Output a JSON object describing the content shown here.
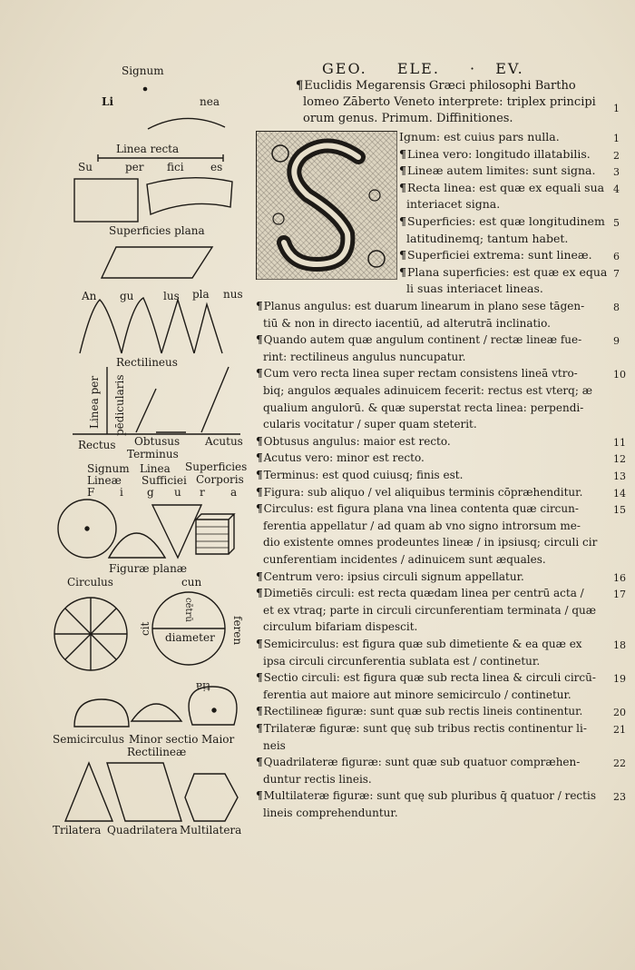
{
  "header": {
    "parts": [
      "GEO.",
      "ELE.",
      "EV."
    ],
    "dot": "·"
  },
  "intro": {
    "lines": [
      "Euclidis Megarensis Græci philosophi Bartho",
      "lomeo Zāberto Veneto interprete: triplex principi",
      "orum genus.        Primum.    Diffinitiones."
    ],
    "end_mark": "1"
  },
  "definitions": [
    {
      "text": "Ignum: est cuius pars nulla.",
      "num": "1"
    },
    {
      "text": "Linea vero: longitudo illatabilis.",
      "num": "2"
    },
    {
      "text": "Lineæ autem limites: sunt signa.",
      "num": "3"
    },
    {
      "text": "Recta linea: est quæ ex equali sua",
      "num": "4"
    },
    {
      "text": "interiacet signa.",
      "num": ""
    },
    {
      "text": "Superficies: est quæ longitudinem",
      "num": "5"
    },
    {
      "text": "latitudinemq; tantum habet.",
      "num": ""
    },
    {
      "text": "Superficiei extrema: sunt lineæ.",
      "num": "6"
    },
    {
      "text": "Plana superficies: est quæ ex equa",
      "num": "7"
    },
    {
      "text": "li suas interiacet lineas.",
      "num": ""
    },
    {
      "text": "Planus angulus: est duarum linearum in plano sese tāgen-",
      "num": "8"
    },
    {
      "text": "tiū & non in directo iacentiū, ad alterutrā inclinatio.",
      "num": ""
    },
    {
      "text": "Quando autem quæ angulum continent / rectæ lineæ fue-",
      "num": "9"
    },
    {
      "text": "rint: rectilineus angulus nuncupatur.",
      "num": ""
    },
    {
      "text": "Cum vero recta linea super rectam consistens lineā vtro-",
      "num": "10"
    },
    {
      "text": "biq; angulos æquales adinuicem fecerit: rectus est vterq; æ",
      "num": ""
    },
    {
      "text": "qualium angulorū. & quæ superstat recta linea: perpendi-",
      "num": ""
    },
    {
      "text": "cularis vocitatur / super quam steterit.",
      "num": ""
    },
    {
      "text": "Obtusus angulus: maior est recto.",
      "num": "11"
    },
    {
      "text": "Acutus vero: minor est recto.",
      "num": "12"
    },
    {
      "text": "Terminus: est quod cuiusq; finis est.",
      "num": "13"
    },
    {
      "text": "Figura: sub aliquo / vel aliquibus terminis cōpræhenditur.",
      "num": "14"
    },
    {
      "text": "Circulus: est figura plana vna linea contenta quæ circun-",
      "num": "15"
    },
    {
      "text": "ferentia appellatur / ad quam ab vno signo introrsum me-",
      "num": ""
    },
    {
      "text": "dio existente omnes prodeuntes lineæ / in ipsiusq; circuli cir",
      "num": ""
    },
    {
      "text": "cunferentiam incidentes / adinuicem sunt æquales.",
      "num": ""
    },
    {
      "text": "Centrum vero: ipsius circuli signum appellatur.",
      "num": "16"
    },
    {
      "text": "Dimetiēs circuli: est recta quædam linea per centrū acta /",
      "num": "17"
    },
    {
      "text": "et ex vtraq; parte in circuli circunferentiam terminata / quæ",
      "num": ""
    },
    {
      "text": "circulum bifariam dispescit.",
      "num": ""
    },
    {
      "text": "Semicirculus: est figura quæ sub dimetiente & ea quæ ex",
      "num": "18"
    },
    {
      "text": "ipsa circuli circunferentia sublata est / continetur.",
      "num": ""
    },
    {
      "text": "Sectio circuli: est figura quæ sub recta linea & circuli circū-",
      "num": "19"
    },
    {
      "text": "ferentia aut maiore aut minore semicirculo / continetur.",
      "num": ""
    },
    {
      "text": "Rectilineæ figuræ: sunt quæ sub rectis lineis continentur.",
      "num": "20"
    },
    {
      "text": "Trilateræ figuræ: sunt quę sub tribus rectis continentur li-",
      "num": "21"
    },
    {
      "text": "neis",
      "num": ""
    },
    {
      "text": "Quadrilateræ figuræ: sunt quæ sub quatuor compræhen-",
      "num": "22"
    },
    {
      "text": "duntur rectis lineis.",
      "num": ""
    },
    {
      "text": "Multilateræ figuræ: sunt quę sub pluribus q̄ quatuor / rectis",
      "num": "23"
    },
    {
      "text": "lineis comprehenduntur.",
      "num": ""
    }
  ],
  "margin_labels": {
    "signum": "Signum",
    "linea_li": "Li",
    "linea_nea": "nea",
    "linea_recta": "Linea recta",
    "superficies": [
      "Su",
      "per",
      "fici",
      "es"
    ],
    "superficies_plana": "Superficies plana",
    "angulus": [
      "An",
      "gu",
      "lus",
      "pla",
      "nus"
    ],
    "rectilineus": "Rectilineus",
    "linea_perpendicularis_a": "Linea per",
    "linea_perpendicularis_b": "pēdicularis",
    "rectus": "Rectus",
    "obtusus": "Obtusus",
    "acutus": "Acutus",
    "terminus": "Terminus",
    "row1": [
      "Signum",
      "Linea",
      "Superficies"
    ],
    "row2": [
      "Lineæ",
      "Sufficiei",
      "Corporis"
    ],
    "figura": [
      "F",
      "i",
      "g",
      "u",
      "r",
      "a"
    ],
    "figurae_planae": "Figuræ planæ",
    "circulus": "Circulus",
    "circum": "cun",
    "centrum": "cētrū",
    "feren": "feren",
    "cit": "cit",
    "diameter": "diameter",
    "tia": "tia",
    "semicirculus": "Semicirculus",
    "minor_sectio": "Minor sectio",
    "maior": "Maior",
    "rectilineae": "Rectilineæ",
    "trilatera": "Trilatera",
    "quadrilatera": "Quadrilatera",
    "multilatera": "Multilatera"
  },
  "colors": {
    "paper": "#ebe4d3",
    "ink": "#1d1a16"
  }
}
